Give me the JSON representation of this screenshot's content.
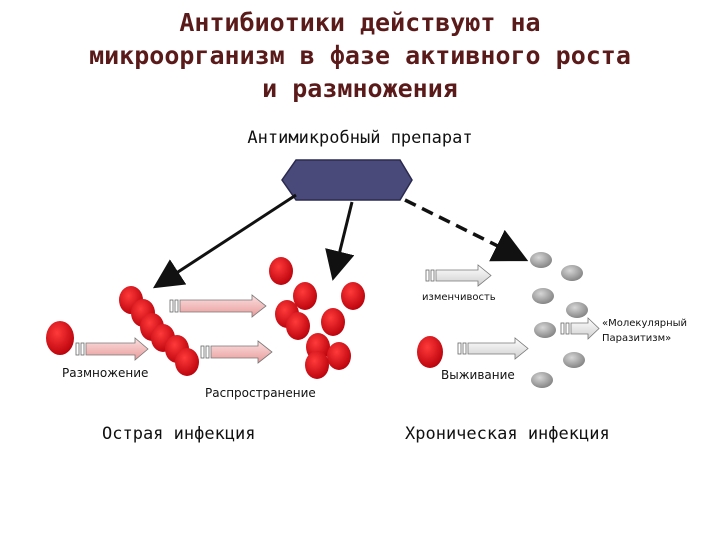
{
  "title": {
    "line1": "Антибиотики действуют на",
    "line2": "микроорганизм в фазе активного роста",
    "line3": "и размножения"
  },
  "drug_label": "Антимикробный препарат",
  "labels": {
    "reproduction": "Размножение",
    "spread": "Распространение",
    "variability": "изменчивость",
    "molecular_parasitism_1": "«Молекулярный",
    "molecular_parasitism_2": "Паразитизм»",
    "survival": "Выживание"
  },
  "outcomes": {
    "acute": "Острая инфекция",
    "chronic": "Хроническая инфекция"
  },
  "colors": {
    "title": "#5b1a1a",
    "hexagon": "#4a4a7a",
    "cell_red": "#e0101a",
    "cell_gray": "#9a9a9a",
    "arrow_fill": "#f0b8b8"
  }
}
